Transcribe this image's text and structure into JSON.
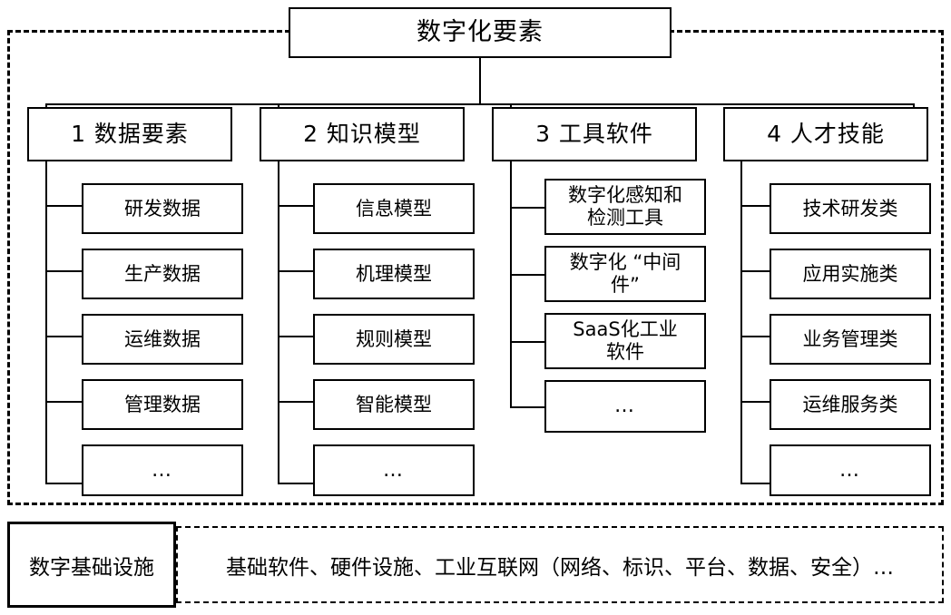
{
  "diagram": {
    "root": {
      "label": "数字化要素"
    },
    "pillars": [
      {
        "head": "1 数据要素",
        "items": [
          "研发数据",
          "生产数据",
          "运维数据",
          "管理数据",
          "…"
        ]
      },
      {
        "head": "2 知识模型",
        "items": [
          "信息模型",
          "机理模型",
          "规则模型",
          "智能模型",
          "…"
        ]
      },
      {
        "head": "3 工具软件",
        "items": [
          "数字化感知和\n检测工具",
          "数字化 “中间\n件”",
          "SaaS化工业\n软件",
          "…"
        ]
      },
      {
        "head": "4 人才技能",
        "items": [
          "技术研发类",
          "应用实施类",
          "业务管理类",
          "运维服务类",
          "…"
        ]
      }
    ],
    "infrastructure": {
      "label": "数字基础设施",
      "content": "基础软件、硬件设施、工业互联网（网络、标识、平台、数据、安全）…"
    }
  },
  "style": {
    "stroke": "#000000",
    "background": "#ffffff"
  }
}
